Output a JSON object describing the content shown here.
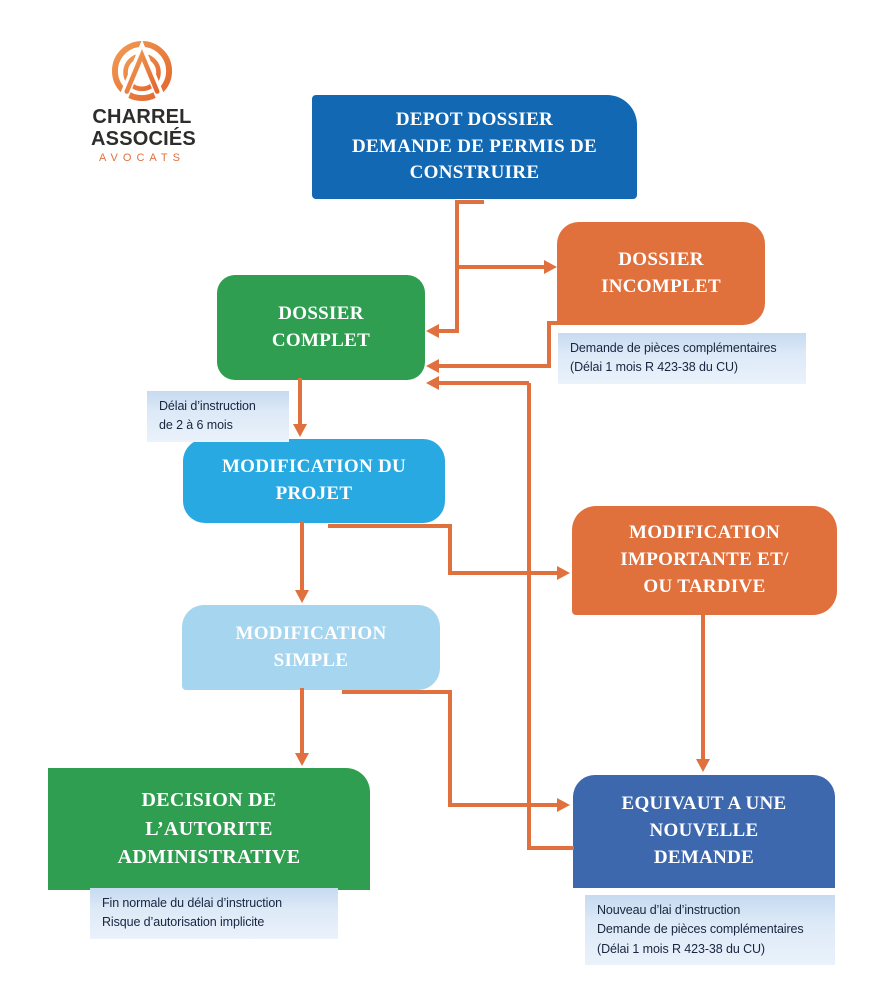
{
  "logo": {
    "brand_part1": "CHARREL",
    "brand_part2": "ASSOCIÉS",
    "subtitle": "AVOCATS"
  },
  "colors": {
    "dark_blue": "#1268b3",
    "orange": "#e0703c",
    "arrow_orange": "#e0713f",
    "green": "#2f9e50",
    "cyan": "#29a9e1",
    "light_blue": "#a6d5ef",
    "medium_blue": "#3d68ae",
    "note_background_top": "#c6daf0",
    "note_background_bottom": "#eaf2fb",
    "note_text": "#17253f"
  },
  "nodes": {
    "depot": {
      "label": "DEPOT DOSSIER\nDEMANDE DE PERMIS DE\nCONSTRUIRE"
    },
    "incomplet": {
      "label": "DOSSIER\nINCOMPLET"
    },
    "complet": {
      "label": "DOSSIER\nCOMPLET"
    },
    "modification_projet": {
      "label": "MODIFICATION DU\nPROJET"
    },
    "modification_importante": {
      "label": "MODIFICATION\nIMPORTANTE ET/\nOU TARDIVE"
    },
    "modification_simple": {
      "label": "MODIFICATION\nSIMPLE"
    },
    "decision": {
      "label": "DECISION DE\nL’AUTORITE\nADMINISTRATIVE"
    },
    "equivaut": {
      "label": "EQUIVAUT A UNE\nNOUVELLE\nDEMANDE"
    }
  },
  "notes": {
    "pieces_complementaires": "Demande de pièces complémentaires\n(Délai 1 mois R 423-38 du CU)",
    "delai_instruction": "Délai d’instruction\nde 2 à 6 mois",
    "decision": "Fin normale du délai d’instruction\nRisque d’autorisation implicite",
    "equivaut": "Nouveau d’lai d’instruction\nDemande de pièces complémentaires\n(Délai 1 mois R 423-38 du CU)"
  }
}
